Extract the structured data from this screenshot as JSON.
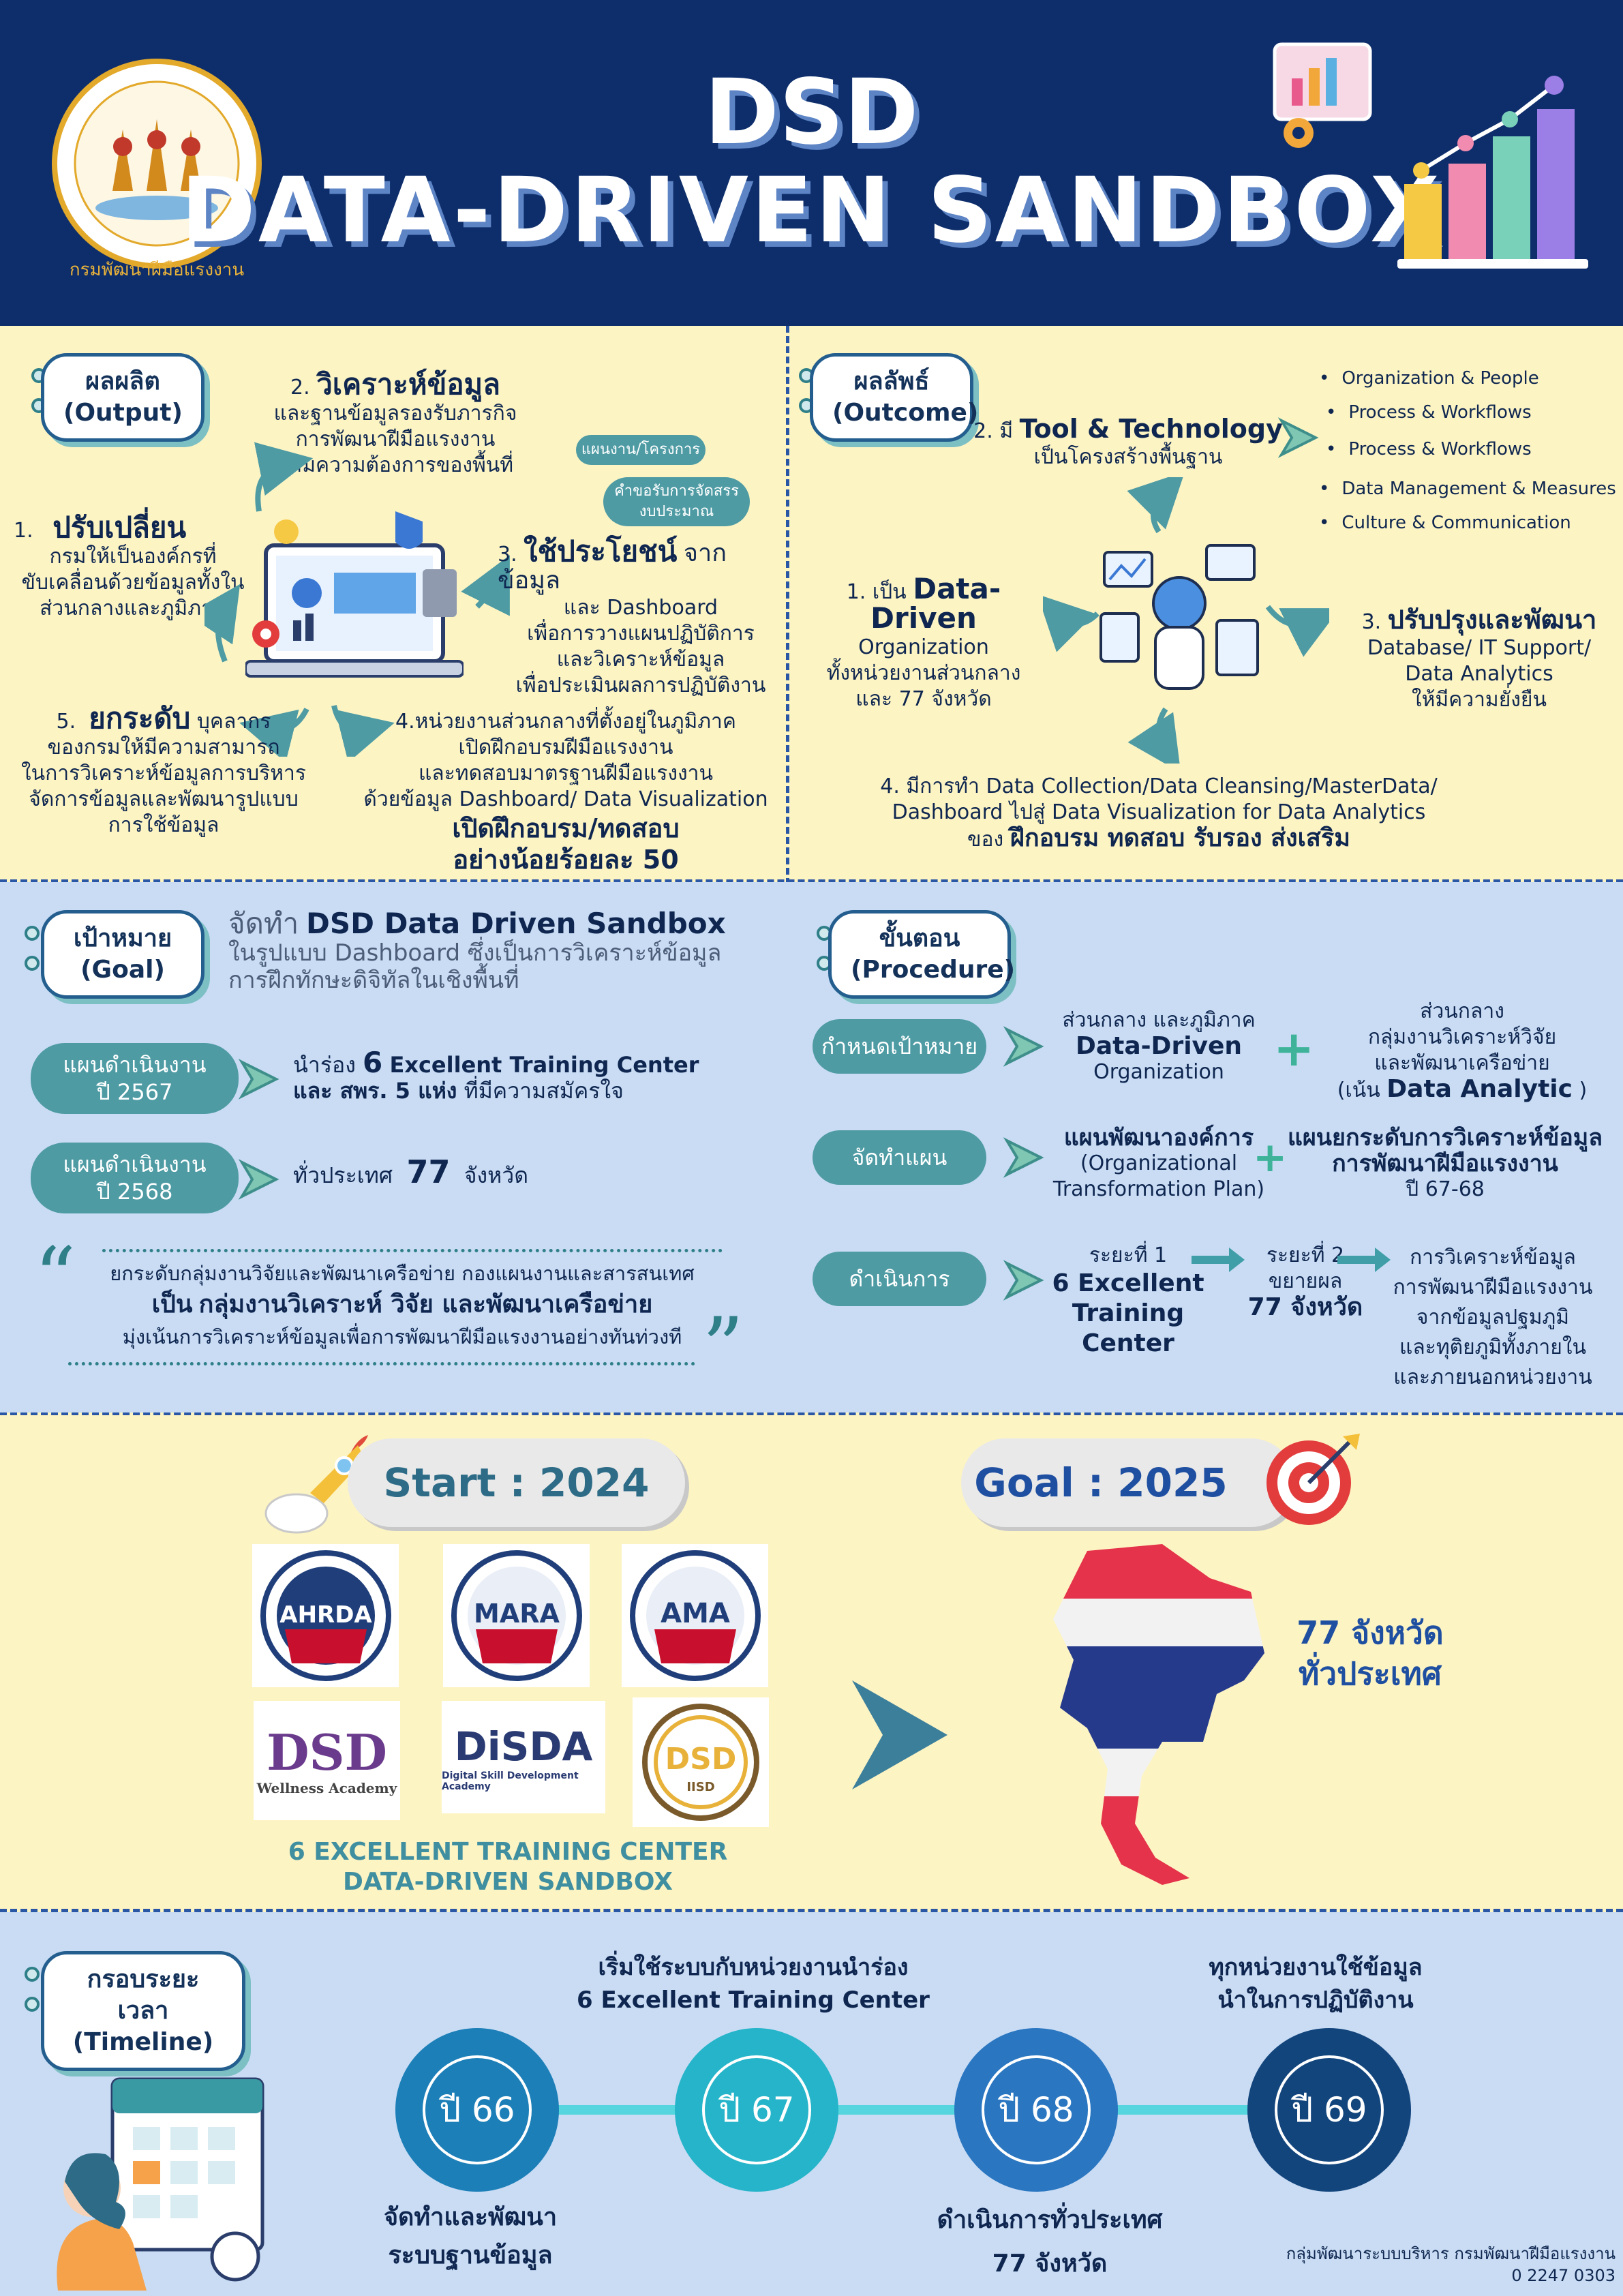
{
  "header": {
    "title_line1": "DSD",
    "title_line2": "DATA-DRIVEN SANDBOX",
    "logo_text": "กรมพัฒนาฝีมือแรงงาน"
  },
  "output": {
    "tag_line1": "ผลผลิต",
    "tag_line2": "(Output)",
    "item1_num": "1.",
    "item1_title": "ปรับเปลี่ยน",
    "item1_lines": [
      "กรมให้เป็นองค์กรที่",
      "ขับเคลื่อนด้วยข้อมูลทั้งใน",
      "ส่วนกลางและภูมิภาค"
    ],
    "item2_num": "2.",
    "item2_title": "วิเคราะห์ข้อมูล",
    "item2_lines": [
      "และฐานข้อมูลรองรับภารกิจ",
      "การพัฒนาฝีมือแรงงาน",
      "ตามความต้องการของพื้นที่"
    ],
    "item3_num": "3.",
    "item3_title": "ใช้ประโยชน์",
    "item3_suffix": "จากข้อมูล",
    "item3_lines": [
      "และ Dashboard",
      "เพื่อการวางแผนปฏิบัติการ",
      "และวิเคราะห์ข้อมูล",
      "เพื่อประเมินผลการปฏิบัติงาน"
    ],
    "note1": "แผนงาน/โครงการ",
    "note2_lines": [
      "คำขอรับการจัดสรร",
      "งบประมาณ"
    ],
    "item4_lines": [
      "4.หน่วยงานส่วนกลางที่ตั้งอยู่ในภูมิภาค",
      "เปิดฝึกอบรมฝีมือแรงงาน",
      "และทดสอบมาตรฐานฝีมือแรงงาน",
      "ด้วยข้อมูล Dashboard/ Data Visualization"
    ],
    "item4_bold_lines": [
      "เปิดฝึกอบรม/ทดสอบ",
      "อย่างน้อยร้อยละ 50"
    ],
    "item5_num": "5.",
    "item5_title": "ยกระดับ",
    "item5_suffix": "บุคลากร",
    "item5_lines": [
      "ของกรมให้มีความสามารถ",
      "ในการวิเคราะห์ข้อมูลการบริหาร",
      "จัดการข้อมูลและพัฒนารูปแบบ",
      "การใช้ข้อมูล"
    ]
  },
  "outcome": {
    "tag_line1": "ผลลัพธ์",
    "tag_line2": "(Outcome)",
    "item1_prefix": "1. เป็น",
    "item1_title": "Data-Driven",
    "item1_lines": [
      "Organization",
      "ทั้งหน่วยงานส่วนกลาง",
      "และ 77 จังหวัด"
    ],
    "item2_prefix": "2. มี",
    "item2_title": "Tool & Technology",
    "item2_line": "เป็นโครงสร้างพื้นฐาน",
    "bullets": [
      "Organization & People",
      "Process & Workflows",
      "Process & Workflows",
      "Data Management & Measures",
      "Culture & Communication"
    ],
    "item3_prefix": "3.",
    "item3_title": "ปรับปรุงและพัฒนา",
    "item3_lines": [
      "Database/ IT Support/",
      "Data Analytics",
      "ให้มีความยั่งยืน"
    ],
    "item4_lines": [
      "4. มีการทำ Data Collection/Data Cleansing/MasterData/",
      "Dashboard ไปสู่ Data Visualization for Data Analytics"
    ],
    "item4_prefix": "ของ",
    "item4_bold": "ฝึกอบรม ทดสอบ รับรอง ส่งเสริม"
  },
  "goal": {
    "tag_line1": "เป้าหมาย",
    "tag_line2": "(Goal)",
    "heading_prefix": "จัดทำ",
    "heading_bold": "DSD Data Driven Sandbox",
    "heading_lines": [
      "ในรูปแบบ Dashboard ซึ่งเป็นการวิเคราะห์ข้อมูล",
      "การฝึกทักษะดิจิทัลในเชิงพื้นที่"
    ],
    "plan1_lines": [
      "แผนดำเนินงาน",
      "ปี 2567"
    ],
    "plan1_text_a": "นำร่อง",
    "plan1_num": "6",
    "plan1_text_b": "Excellent Training Center",
    "plan1_text_c": "และ สพร. 5 แห่ง",
    "plan1_text_d": "ที่มีความสมัครใจ",
    "plan2_lines": [
      "แผนดำเนินงาน",
      "ปี 2568"
    ],
    "plan2_text_a": "ทั่วประเทศ",
    "plan2_num": "77",
    "plan2_text_b": "จังหวัด",
    "quote_line1": "ยกระดับกลุ่มงานวิจัยและพัฒนาเครือข่าย กองแผนงานและสารสนเทศ",
    "quote_line2_a": "เป็น",
    "quote_line2_b": "กลุ่มงานวิเคราะห์ วิจัย และพัฒนาเครือข่าย",
    "quote_line3": "มุ่งเน้นการวิเคราะห์ข้อมูลเพื่อการพัฒนาฝีมือแรงงานอย่างทันท่วงที"
  },
  "procedure": {
    "tag_line1": "ขั้นตอน",
    "tag_line2": "(Procedure)",
    "step1_label": "กำหนดเป้าหมาย",
    "step1_a_lines": [
      "ส่วนกลาง และภูมิภาค"
    ],
    "step1_a_bold": "Data-Driven",
    "step1_a_tail": "Organization",
    "step1_b_lines": [
      "ส่วนกลาง",
      "กลุ่มงานวิเคราะห์วิจัย",
      "และพัฒนาเครือข่าย"
    ],
    "step1_b_tail_a": "(เน้น",
    "step1_b_tail_bold": "Data Analytic",
    "step1_b_tail_c": ")",
    "step2_label": "จัดทำแผน",
    "step2_a_bold": "แผนพัฒนาองค์การ",
    "step2_a_lines": [
      "(Organizational",
      "Transformation Plan)"
    ],
    "step2_b_bold_lines": [
      "แผนยกระดับการวิเคราะห์ข้อมูล",
      "การพัฒนาฝีมือแรงงาน"
    ],
    "step2_b_tail": "ปี 67-68",
    "step3_label": "ดำเนินการ",
    "step3_a_line": "ระยะที่ 1",
    "step3_a_bold_lines": [
      "6 Excellent",
      "Training",
      "Center"
    ],
    "step3_b_lines": [
      "ระยะที่ 2",
      "ขยายผล"
    ],
    "step3_b_bold": "77 จังหวัด",
    "step3_c_lines": [
      "การวิเคราะห์ข้อมูล",
      "การพัฒนาฝีมือแรงงาน",
      "จากข้อมูลปฐมภูมิ",
      "และทุติยภูมิทั้งภายใน",
      "และภายนอกหน่วยงาน"
    ]
  },
  "startgoal": {
    "start_label": "Start : 2024",
    "goal_label": "Goal : 2025",
    "logos": [
      "AHRDA",
      "MARA",
      "AMA",
      "DSD Wellness Academy",
      "DISDA",
      "DSD IISD"
    ],
    "logo_sub": {
      "dsd_w": "Wellness Academy",
      "disda": "Digital Skill Development Academy",
      "iisd": "IISD"
    },
    "caption_lines": [
      "6 EXCELLENT TRAINING CENTER",
      "DATA-DRIVEN SANDBOX"
    ],
    "map_lines": [
      "77 จังหวัด",
      "ทั่วประเทศ"
    ]
  },
  "timeline": {
    "tag_line1": "กรอบระยะเวลา",
    "tag_line2": "(Timeline)",
    "top_a_lines": [
      "เริ่มใช้ระบบกับหน่วยงานนำร่อง",
      "6 Excellent Training Center"
    ],
    "top_b_lines": [
      "ทุกหน่วยงานใช้ข้อมูล",
      "นำในการปฏิบัติงาน"
    ],
    "years": [
      "ปี 66",
      "ปี 67",
      "ปี 68",
      "ปี 69"
    ],
    "bottom_a_lines": [
      "จัดทำและพัฒนา",
      "ระบบฐานข้อมูล"
    ],
    "bottom_b_lines": [
      "ดำเนินการทั่วประเทศ",
      "77 จังหวัด"
    ],
    "footer_lines": [
      "กลุ่มพัฒนาระบบบริหาร กรมพัฒนาฝีมือแรงงาน",
      "0 2247 0303"
    ]
  },
  "colors": {
    "navy": "#0e2e6b",
    "teal": "#4e9ba4",
    "yellow_bg": "#fdf4c4",
    "blue_bg": "#c9dcf4",
    "year_colors": [
      "#1c7fb8",
      "#25b4c9",
      "#2a76c1",
      "#13457d"
    ]
  }
}
